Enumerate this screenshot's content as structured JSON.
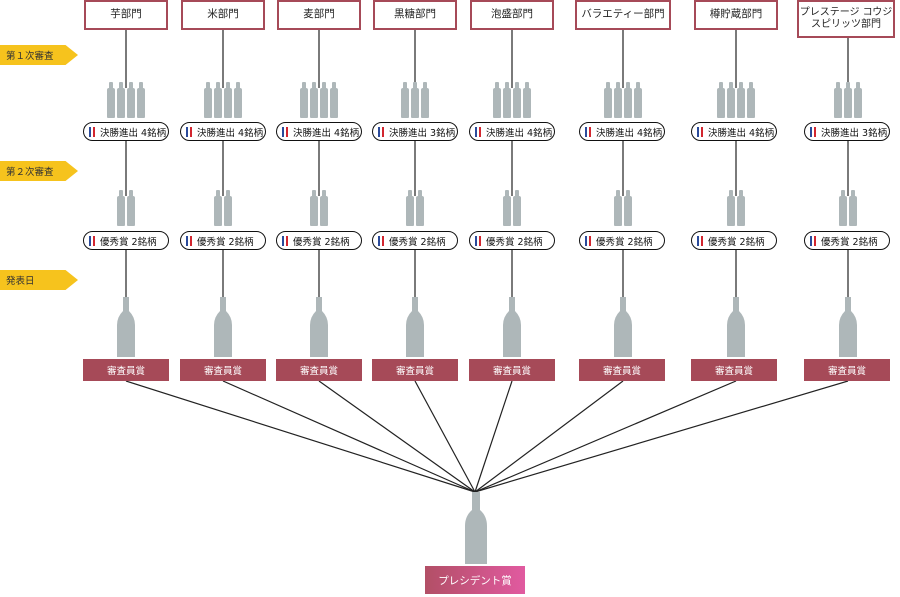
{
  "stage_labels": {
    "first": "第１次審査",
    "second": "第２次審査",
    "announce": "発表日"
  },
  "columns": [
    {
      "category": "芋部門",
      "finalists": "決勝進出 4銘柄",
      "finalist_count": 4,
      "excellence": "優秀賞 2銘柄",
      "excellence_count": 2,
      "award": "審査員賞"
    },
    {
      "category": "米部門",
      "finalists": "決勝進出 4銘柄",
      "finalist_count": 4,
      "excellence": "優秀賞 2銘柄",
      "excellence_count": 2,
      "award": "審査員賞"
    },
    {
      "category": "麦部門",
      "finalists": "決勝進出 4銘柄",
      "finalist_count": 4,
      "excellence": "優秀賞 2銘柄",
      "excellence_count": 2,
      "award": "審査員賞"
    },
    {
      "category": "黒糖部門",
      "finalists": "決勝進出 3銘柄",
      "finalist_count": 3,
      "excellence": "優秀賞 2銘柄",
      "excellence_count": 2,
      "award": "審査員賞"
    },
    {
      "category": "泡盛部門",
      "finalists": "決勝進出 4銘柄",
      "finalist_count": 4,
      "excellence": "優秀賞 2銘柄",
      "excellence_count": 2,
      "award": "審査員賞"
    },
    {
      "category": "バラエティー部門",
      "finalists": "決勝進出 4銘柄",
      "finalist_count": 4,
      "excellence": "優秀賞 2銘柄",
      "excellence_count": 2,
      "award": "審査員賞"
    },
    {
      "category": "樽貯蔵部門",
      "finalists": "決勝進出 4銘柄",
      "finalist_count": 4,
      "excellence": "優秀賞 2銘柄",
      "excellence_count": 2,
      "award": "審査員賞"
    },
    {
      "category": "プレステージ コウジ\nスピリッツ部門",
      "finalists": "決勝進出 3銘柄",
      "finalist_count": 3,
      "excellence": "優秀賞 2銘柄",
      "excellence_count": 2,
      "award": "審査員賞"
    }
  ],
  "final_award": "プレシデント賞",
  "colors": {
    "accent": "#a64a58",
    "stage_tag": "#f6c31d",
    "bottle": "#aeb7b9",
    "president_start": "#b24f66",
    "president_end": "#e15aa0"
  }
}
